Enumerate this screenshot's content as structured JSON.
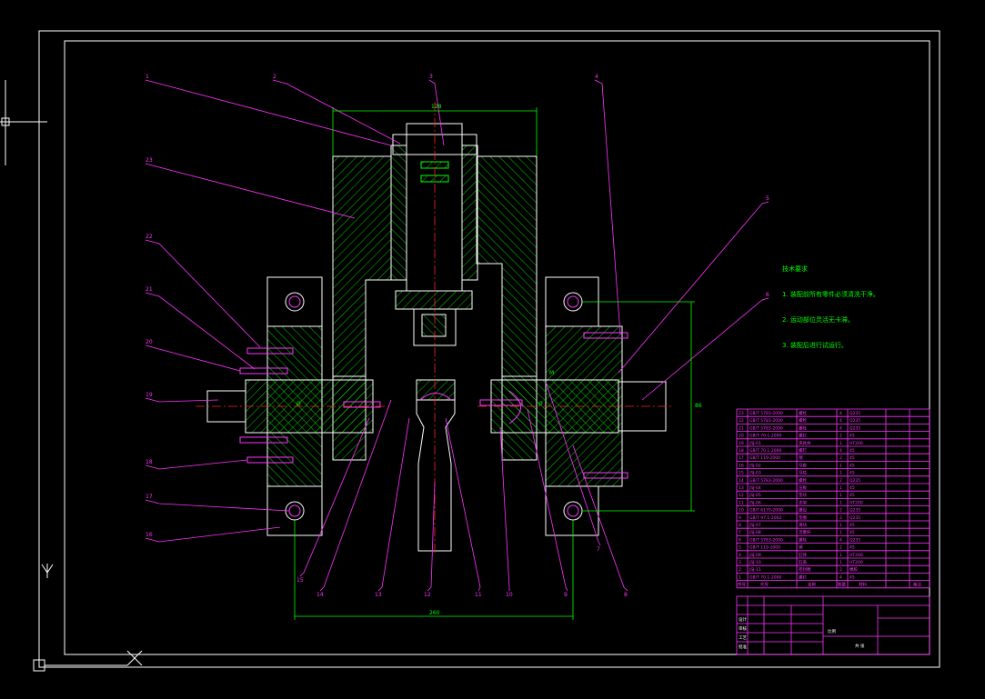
{
  "colors": {
    "background": "#000000",
    "frame": "#ffffff",
    "part_outline": "#ffffff",
    "hatch": "#00ff00",
    "centerline": "#ff2222",
    "leader": "#ff33ff",
    "dimension": "#00ff00",
    "bolt": "#ff33ff"
  },
  "icons": [
    "ucs-y-axis-icon",
    "crosshair-cursor-icon",
    "ucs-origin-icon"
  ],
  "balloons_top": [
    "1",
    "2",
    "3",
    "4"
  ],
  "balloons_left": [
    "23",
    "22",
    "21",
    "20",
    "19",
    "18",
    "17",
    "16"
  ],
  "balloons_right": [
    "5",
    "6"
  ],
  "balloons_bottom": [
    "15",
    "14",
    "13",
    "12",
    "11",
    "10",
    "9",
    "8",
    "7"
  ],
  "dimensions": {
    "top_width": "128",
    "bottom_width": "260",
    "right_height": "86",
    "center_a": "Ø",
    "center_b": "Ø",
    "right_b": "M"
  },
  "notes": {
    "title": "技术要求",
    "items": [
      "1. 装配前所有零件必须清洗干净。",
      "2. 运动部位灵活无卡滞。",
      "3. 装配后进行试运行。"
    ]
  },
  "bom": {
    "rows": [
      {
        "no": "23",
        "code": "GB/T 5783-2000",
        "name": "螺栓",
        "qty": "4",
        "mat": "Q235"
      },
      {
        "no": "22",
        "code": "GB/T 5783-2000",
        "name": "螺栓",
        "qty": "4",
        "mat": "Q235"
      },
      {
        "no": "21",
        "code": "GB/T 5783-2000",
        "name": "螺栓",
        "qty": "4",
        "mat": "Q235"
      },
      {
        "no": "20",
        "code": "GB/T 70.1-2000",
        "name": "螺钉",
        "qty": "2",
        "mat": "45"
      },
      {
        "no": "19",
        "code": "JSJ-01",
        "name": "夹具体",
        "qty": "1",
        "mat": "HT200"
      },
      {
        "no": "18",
        "code": "GB/T 70.1-2000",
        "name": "螺钉",
        "qty": "4",
        "mat": "45"
      },
      {
        "no": "17",
        "code": "GB/T 119-2000",
        "name": "销",
        "qty": "2",
        "mat": "45"
      },
      {
        "no": "16",
        "code": "JSJ-02",
        "name": "导套",
        "qty": "1",
        "mat": "45"
      },
      {
        "no": "15",
        "code": "JSJ-03",
        "name": "导柱",
        "qty": "1",
        "mat": "45"
      },
      {
        "no": "14",
        "code": "GB/T 5783-2000",
        "name": "螺栓",
        "qty": "2",
        "mat": "Q235"
      },
      {
        "no": "13",
        "code": "JSJ-04",
        "name": "压板",
        "qty": "1",
        "mat": "45"
      },
      {
        "no": "12",
        "code": "JSJ-05",
        "name": "垫块",
        "qty": "1",
        "mat": "45"
      },
      {
        "no": "11",
        "code": "JSJ-06",
        "name": "支架",
        "qty": "1",
        "mat": "HT200"
      },
      {
        "no": "10",
        "code": "GB/T 6170-2000",
        "name": "螺母",
        "qty": "2",
        "mat": "Q235"
      },
      {
        "no": "9",
        "code": "GB/T 97.1-2002",
        "name": "垫圈",
        "qty": "2",
        "mat": "Q235"
      },
      {
        "no": "8",
        "code": "JSJ-07",
        "name": "滑块",
        "qty": "1",
        "mat": "45"
      },
      {
        "no": "7",
        "code": "JSJ-08",
        "name": "活塞杆",
        "qty": "1",
        "mat": "45"
      },
      {
        "no": "6",
        "code": "GB/T 5783-2000",
        "name": "螺栓",
        "qty": "4",
        "mat": "Q235"
      },
      {
        "no": "5",
        "code": "GB/T 119-2000",
        "name": "销",
        "qty": "2",
        "mat": "45"
      },
      {
        "no": "4",
        "code": "JSJ-09",
        "name": "缸体",
        "qty": "1",
        "mat": "HT200"
      },
      {
        "no": "3",
        "code": "JSJ-10",
        "name": "缸盖",
        "qty": "1",
        "mat": "HT200"
      },
      {
        "no": "2",
        "code": "JSJ-11",
        "name": "密封圈",
        "qty": "2",
        "mat": "橡胶"
      },
      {
        "no": "1",
        "code": "GB/T 70.1-2000",
        "name": "螺钉",
        "qty": "4",
        "mat": "45"
      }
    ],
    "header": {
      "no": "序号",
      "code": "代号",
      "name": "名称",
      "qty": "数量",
      "mat": "材料",
      "note": "备注"
    }
  },
  "title_block": {
    "design": "设计",
    "check": "审核",
    "process": "工艺",
    "approve": "批准",
    "scale": "比例",
    "sheet": "共 张"
  }
}
